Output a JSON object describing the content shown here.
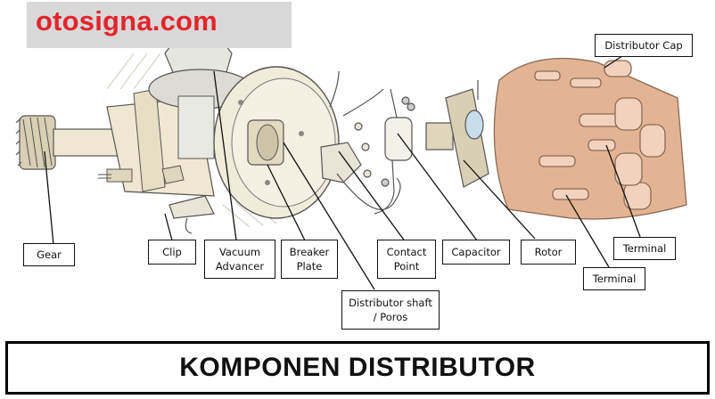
{
  "brand": {
    "text": "otosigna.com",
    "color": "#e3242b"
  },
  "title": "KOMPONEN DISTRIBUTOR",
  "labels": {
    "distributor_cap": "Distributor Cap",
    "gear": "Gear",
    "clip": "Clip",
    "vacuum_advancer": "Vacuum Advancer",
    "breaker_plate": "Breaker Plate",
    "contact_point": "Contact Point",
    "capacitor": "Capacitor",
    "rotor": "Rotor",
    "terminal_1": "Terminal",
    "terminal_2": "Terminal",
    "distributor_shaft": "Distributor shaft / Poros"
  },
  "colors": {
    "cap": "#e3b493",
    "body": "#efe7d2",
    "outline": "#555555"
  }
}
